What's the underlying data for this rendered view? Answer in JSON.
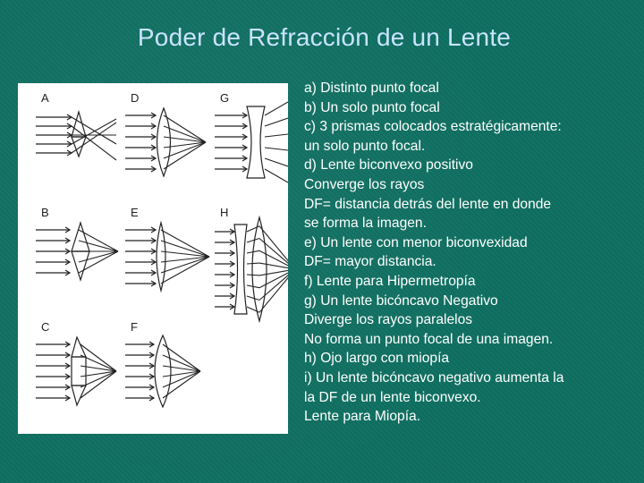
{
  "title": "Poder de Refracción de un Lente",
  "figure": {
    "panel_labels": [
      "A",
      "D",
      "G",
      "B",
      "E",
      "H",
      "C",
      "F"
    ]
  },
  "items": [
    "a)  Distinto punto focal",
    "b)  Un solo punto focal",
    "c)  3 prismas colocados estratégicamente:",
    "       un solo punto focal.",
    "d)  Lente biconvexo positivo",
    "      Converge los rayos",
    "      DF= distancia detrás del lente en donde",
    "             se forma la imagen.",
    "e)  Un lente con menor biconvexidad",
    "      DF= mayor distancia.",
    "f)  Lente para Hipermetropía",
    "g) Un lente bicóncavo Negativo",
    "      Diverge los rayos paralelos",
    "      No forma un punto focal de una imagen.",
    "h)  Ojo largo con miopía",
    "i)   Un lente bicóncavo negativo aumenta la",
    "      la DF de un lente biconvexo.",
    "      Lente para Miopía."
  ]
}
